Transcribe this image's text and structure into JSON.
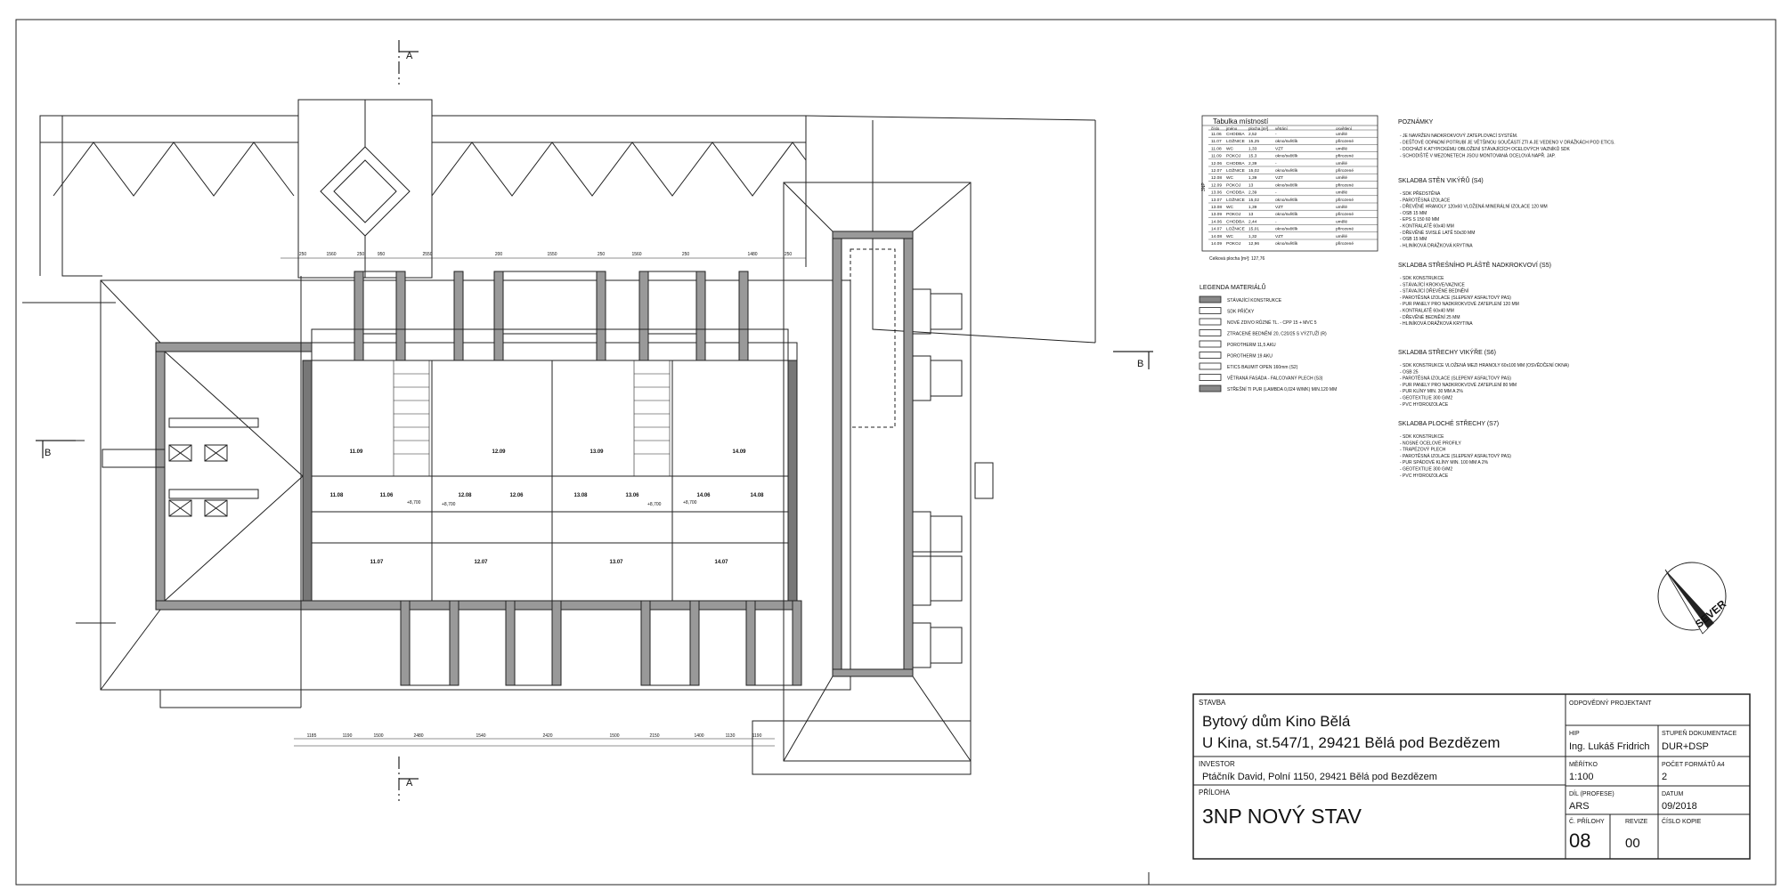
{
  "room_table": {
    "title": "Tabulka místností",
    "headers": [
      "číslo",
      "jméno",
      "plocha [m²]",
      "větrání",
      "osvětlení"
    ],
    "floor_label": "3NP",
    "rows": [
      [
        "11.06",
        "CHODBA",
        "2,52",
        "-",
        "umělé"
      ],
      [
        "11.07",
        "LOŽNICE",
        "15,25",
        "okno/světlík",
        "přirozené"
      ],
      [
        "11.08",
        "WC",
        "1,33",
        "VZT",
        "umělé"
      ],
      [
        "11.09",
        "POKOJ",
        "15,3",
        "okno/světlík",
        "přirozené"
      ],
      [
        "12.06",
        "CHODBA",
        "2,39",
        "-",
        "umělé"
      ],
      [
        "12.07",
        "LOŽNICE",
        "15,02",
        "okno/světlík",
        "přirozené"
      ],
      [
        "12.08",
        "WC",
        "1,39",
        "VZT",
        "umělé"
      ],
      [
        "12.09",
        "POKOJ",
        "13",
        "okno/světlík",
        "přirozené"
      ],
      [
        "13.06",
        "CHODBA",
        "2,39",
        "-",
        "umělé"
      ],
      [
        "13.07",
        "LOŽNICE",
        "15,02",
        "okno/světlík",
        "přirozené"
      ],
      [
        "13.08",
        "WC",
        "1,39",
        "VZT",
        "umělé"
      ],
      [
        "13.09",
        "POKOJ",
        "13",
        "okno/světlík",
        "přirozené"
      ],
      [
        "14.06",
        "CHODBA",
        "2,44",
        "-",
        "umělé"
      ],
      [
        "14.07",
        "LOŽNICE",
        "15,01",
        "okno/světlík",
        "přirozené"
      ],
      [
        "14.08",
        "WC",
        "1,32",
        "VZT",
        "umělé"
      ],
      [
        "14.09",
        "POKOJ",
        "12,96",
        "okno/světlík",
        "přirozené"
      ]
    ],
    "total": "Celková plocha [m²]: 127,76"
  },
  "legend": {
    "title": "LEGENDA MATERIÁLŮ",
    "items": [
      "STÁVAJÍCÍ KONSTRUKCE",
      "SDK PŘÍČKY",
      "NOVÉ ZDIVO RŮZNÉ TL. - CPP 15 + MVC 5",
      "ZTRACENÉ BEDNĚNÍ 20, C20/25 S VÝZTUŽÍ (R)",
      "POROTHERM 11,5 AKU",
      "POROTHERM 19 AKU",
      "ETICS BAUMIT OPEN 160mm (S2)",
      "VĚTRANÁ FASÁDA - FALCOVANÝ PLECH (S3)",
      "STŘEŠNÍ TI PUR (LAMBDA 0,024 W/MK) MIN.120 MM"
    ]
  },
  "notes": {
    "title": "POZNÁMKY",
    "lines": [
      "- JE NAVRŽEN NADKROKVOVÝ ZATEPLOVACÍ SYSTÉM.",
      "- DEŠŤOVÉ ODPADNÍ POTRUBÍ JE VĚTŠINOU SOUČÁSTÍ ZTI A JE VEDENO V DRÁŽKÁCH POD ETICS.",
      "- DOCHÁZÍ K ATYPICKÉMU OBLOŽENÍ STÁVAJÍCÍCH OCELOVÝCH VAZNÍKŮ SDK",
      "- SCHODIŠTĚ V MEZONETECH JSOU MONTOVANÁ OCELOVÁ NAPŘ. JAP."
    ]
  },
  "compositions": [
    {
      "title": "SKLADBA STĚN VIKÝŘŮ (S4)",
      "lines": [
        "- SDK PŘEDSTĚNA",
        "- PAROTĚSNÁ IZOLACE",
        "- DŘEVĚNÉ HRANOLY 120x60 VLOŽENÁ MINERÁLNÍ IZOLACE 120 MM",
        "- OSB 15 MM",
        "- EPS S 150 60 MM",
        "- KONTRALATĚ 60x40 MM",
        "- DŘEVĚNÉ SVISLÉ LATĚ 50x30 MM",
        "- OSB 15 MM",
        "- HLINÍKOVÁ DRÁŽKOVÁ KRYTINA"
      ]
    },
    {
      "title": "SKLADBA STŘEŠNÍHO PLÁŠTĚ NADKROKVOVÍ (S5)",
      "lines": [
        "- SDK KONSTRUKCE",
        "- STÁVAJÍCÍ KROKVE/VAZNICE",
        "- STÁVAJÍCÍ DŘEVĚNÉ BEDNĚNÍ",
        "- PAROTĚSNÁ IZOLACE (SLEPENÝ ASFALTOVÝ PAS)",
        "- PUR PANELY PRO NADKROKVOVÉ ZATEPLENÍ 120 MM",
        "- KONTRALATĚ 60x40 MM",
        "- DŘEVĚNÉ BEDNĚNÍ 25 MM",
        "- HLINÍKOVÁ DRÁŽKOVÁ KRYTINA"
      ]
    },
    {
      "title": "SKLADBA STŘECHY VIKÝŘE (S6)",
      "lines": [
        "- SDK KONSTRUKCE VLOŽENÁ MEZI HRANOLY 60x100 MM (OSVĚDČENÍ OKNA)",
        "- OSB 25",
        "- PAROTĚSNÁ IZOLACE (SLEPENÝ ASFALTOVÝ PAS)",
        "- PUR PANELY PRO NADKROKVOVÉ ZATEPLENÍ 80 MM",
        "- PUR KLÍNY MIN. 30 MM A 2%",
        "- GEOTEXTILIE 300 G/M2",
        "- PVC HYDROIZOLACE"
      ]
    },
    {
      "title": "SKLADBA PLOCHÉ STŘECHY (S7)",
      "lines": [
        "- SDK KONSTRUKCE",
        "- NOSNÉ OCELOVÉ PROFILY",
        "- TRAPÉZOVÝ PLECH",
        "- PAROTĚSNÁ IZOLACE (SLEPENÝ ASFALTOVÝ PAS)",
        "- PUR SPÁDOVÉ KLÍNY MIN. 100 MM A 2%",
        "- GEOTEXTILIE 300 G/M2",
        "- PVC HYDROIZOLACE"
      ]
    }
  ],
  "title_block": {
    "stavba_label": "STAVBA",
    "stavba_line1": "Bytový dům Kino Bělá",
    "stavba_line2": "U Kina, st.547/1, 29421 Bělá pod Bezdězem",
    "investor_label": "INVESTOR",
    "investor": "Ptáčník David, Polní 1150, 29421 Bělá pod Bezdězem",
    "priloha_label": "PŘÍLOHA",
    "priloha": "3NP NOVÝ STAV",
    "projektant_label": "ODPOVĚDNÝ PROJEKTANT",
    "hip_label": "HIP",
    "hip": "Ing. Lukáš Fridrich",
    "stupen_label": "STUPEŇ DOKUMENTACE",
    "stupen": "DUR+DSP",
    "meritko_label": "MĚŘÍTKO",
    "meritko": "1:100",
    "pocet_label": "POČET FORMÁTŮ A4",
    "pocet": "2",
    "dil_label": "DÍL (PROFESE)",
    "dil": "ARS",
    "datum_label": "DATUM",
    "datum": "09/2018",
    "c_prilohy_label": "Č. PŘÍLOHY",
    "c_prilohy": "08",
    "revize_label": "REVIZE",
    "revize": "00",
    "cislo_kopie_label": "ČÍSLO KOPIE"
  },
  "north_label": "SEVER",
  "section_marks": [
    "A",
    "A",
    "B",
    "B"
  ],
  "rooms": [
    {
      "id": "11.09"
    },
    {
      "id": "12.09"
    },
    {
      "id": "13.09"
    },
    {
      "id": "14.09"
    },
    {
      "id": "11.08"
    },
    {
      "id": "11.06"
    },
    {
      "id": "12.08"
    },
    {
      "id": "12.06"
    },
    {
      "id": "13.08"
    },
    {
      "id": "13.06"
    },
    {
      "id": "14.06"
    },
    {
      "id": "14.08"
    },
    {
      "id": "11.07"
    },
    {
      "id": "12.07"
    },
    {
      "id": "13.07"
    },
    {
      "id": "14.07"
    }
  ],
  "level_marks": [
    "+8,700",
    "+8,700",
    "+8,700",
    "+8,700"
  ],
  "dimensions_top": [
    "250",
    "1560",
    "250",
    "950",
    "2550",
    "200",
    "1550",
    "250",
    "1560",
    "250",
    "1480",
    "250"
  ],
  "dimensions_bottom": [
    "1185",
    "1190",
    "1500",
    "2480",
    "1540",
    "2420",
    "1500",
    "2150",
    "1400",
    "1130",
    "1190"
  ]
}
